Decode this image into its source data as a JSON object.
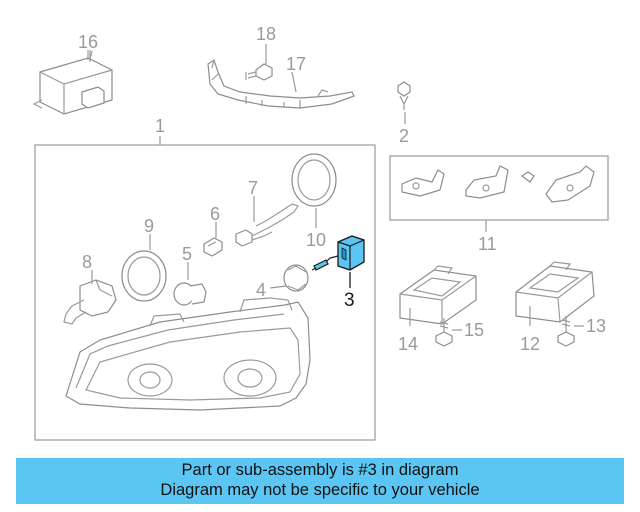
{
  "callouts": {
    "c1": "1",
    "c2": "2",
    "c3": "3",
    "c4": "4",
    "c5": "5",
    "c6": "6",
    "c7": "7",
    "c8": "8",
    "c9": "9",
    "c10": "10",
    "c11": "11",
    "c12": "12",
    "c13": "13",
    "c14": "14",
    "c15": "15",
    "c16": "16",
    "c17": "17",
    "c18": "18"
  },
  "highlight": {
    "part": "3",
    "color": "#5bc6f4"
  },
  "banner": {
    "line1": "Part or sub-assembly is #3 in diagram",
    "line2": "Diagram may not be specific to your vehicle",
    "color": "#5bc6f4"
  }
}
